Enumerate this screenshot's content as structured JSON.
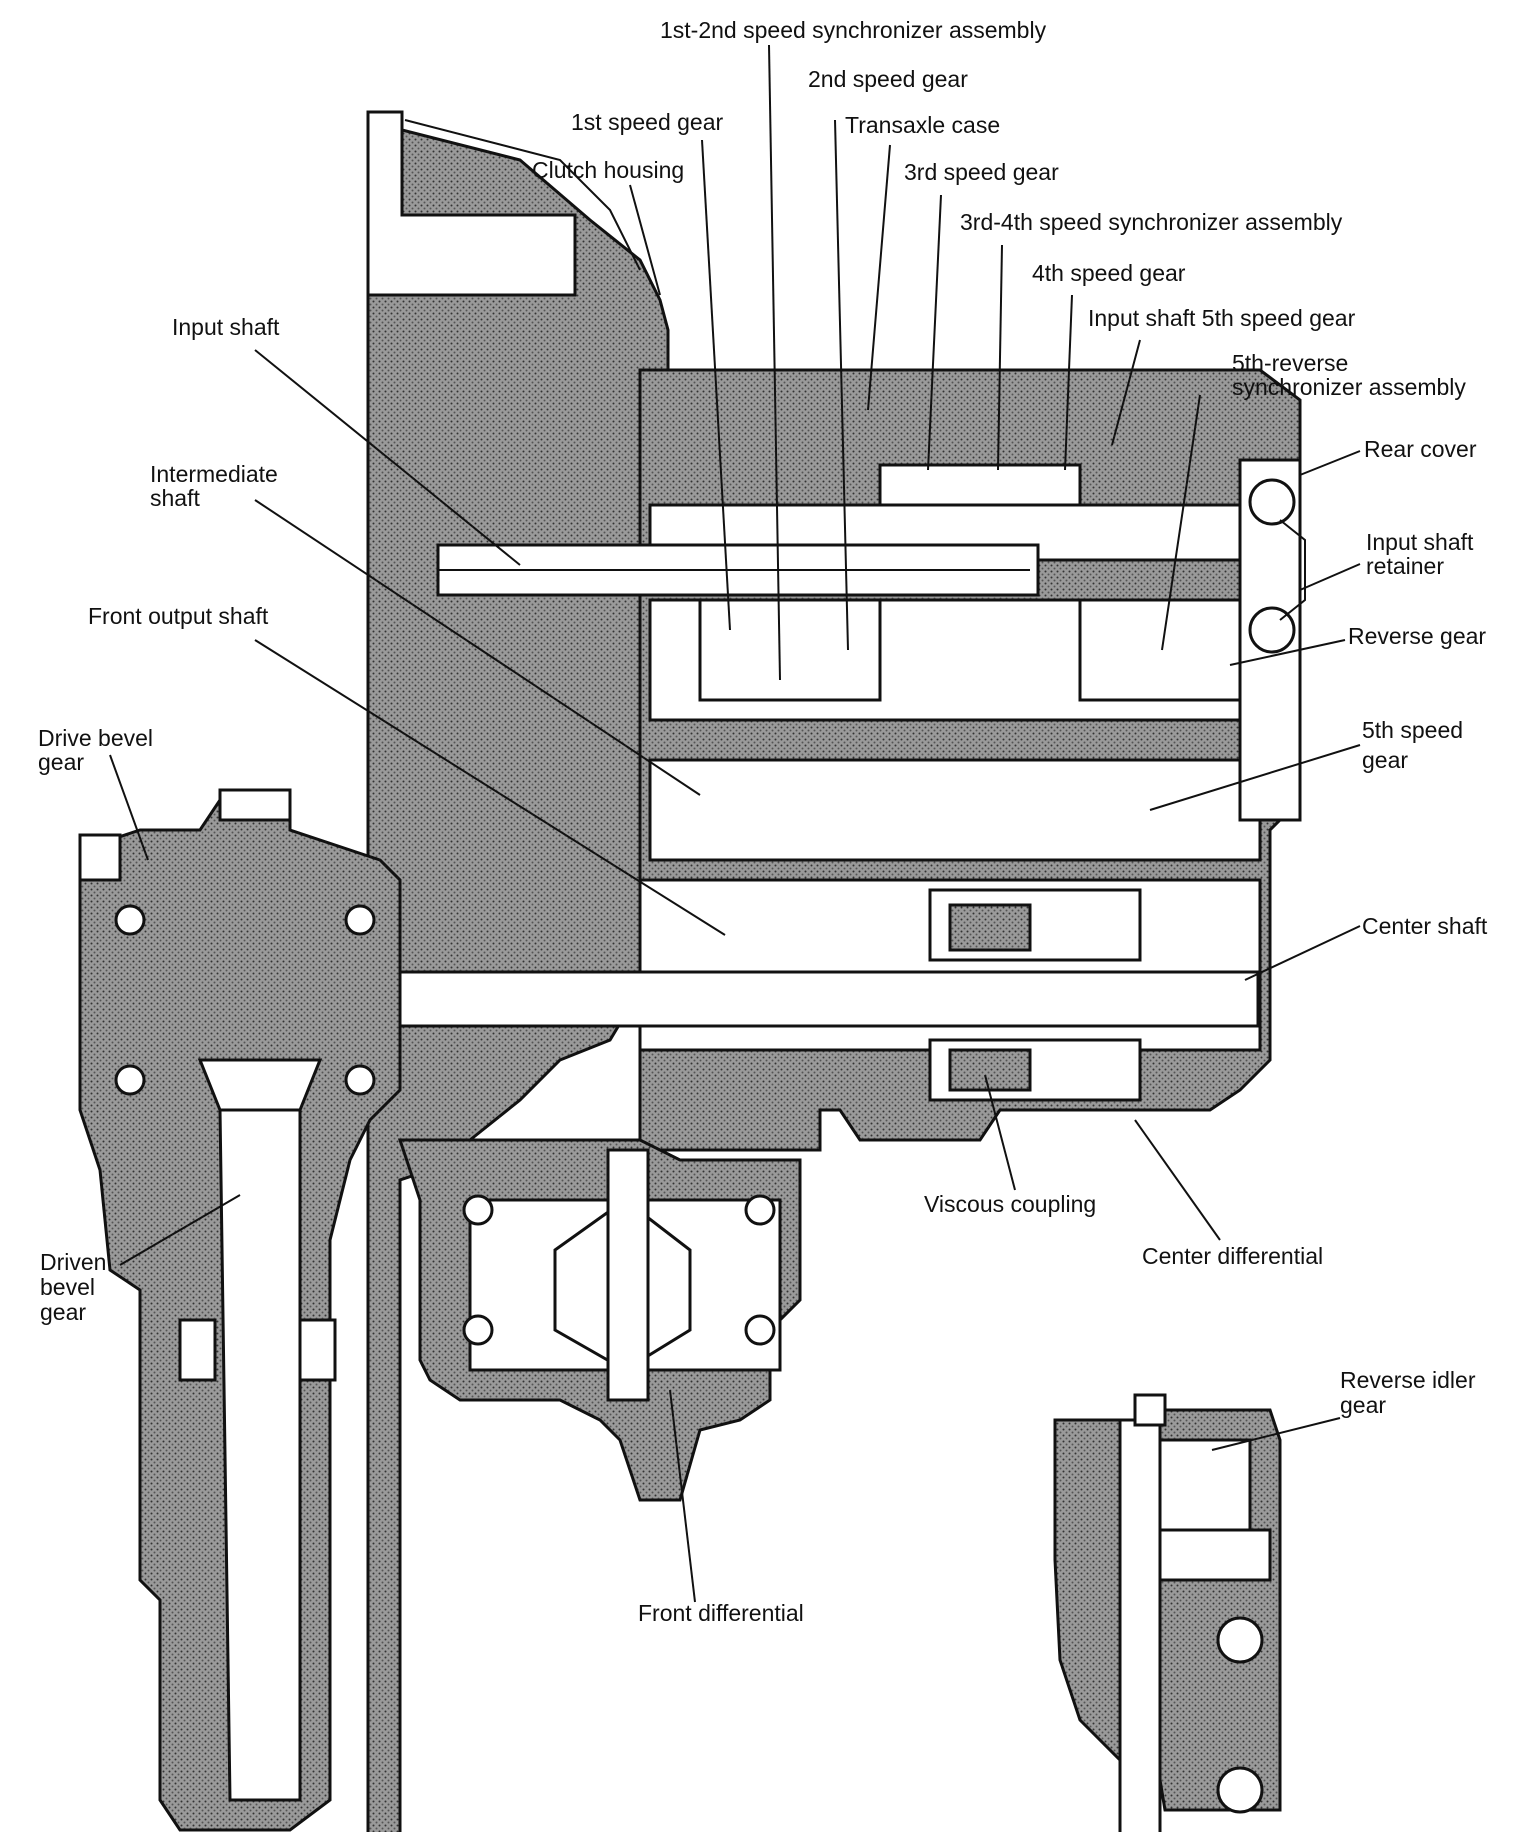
{
  "labels": {
    "sync_12": "1st-2nd speed synchronizer assembly",
    "gear_2": "2nd speed gear",
    "gear_1": "1st speed gear",
    "transaxle_case": "Transaxle case",
    "clutch_housing": "Clutch housing",
    "gear_3": "3rd speed gear",
    "sync_34": "3rd-4th speed synchronizer assembly",
    "gear_4": "4th speed gear",
    "input_shaft": "Input shaft",
    "input_gear_5": "Input shaft 5th speed gear",
    "sync_5r_line1": "5th-reverse",
    "sync_5r_line2": "synchronizer assembly",
    "rear_cover": "Rear cover",
    "intermediate_line1": "Intermediate",
    "intermediate_line2": "shaft",
    "retainer_line1": "Input shaft",
    "retainer_line2": "retainer",
    "front_output_shaft": "Front output shaft",
    "reverse_gear": "Reverse gear",
    "drive_bevel_line1": "Drive bevel",
    "drive_bevel_line2": "gear",
    "gear_5_line1": "5th speed",
    "gear_5_line2": "gear",
    "center_shaft": "Center shaft",
    "viscous_coupling": "Viscous coupling",
    "center_differential": "Center differential",
    "driven_bevel_line1": "Driven",
    "driven_bevel_line2": "bevel",
    "driven_bevel_line3": "gear",
    "reverse_idler_line1": "Reverse idler",
    "reverse_idler_line2": "gear",
    "front_differential": "Front differential"
  }
}
